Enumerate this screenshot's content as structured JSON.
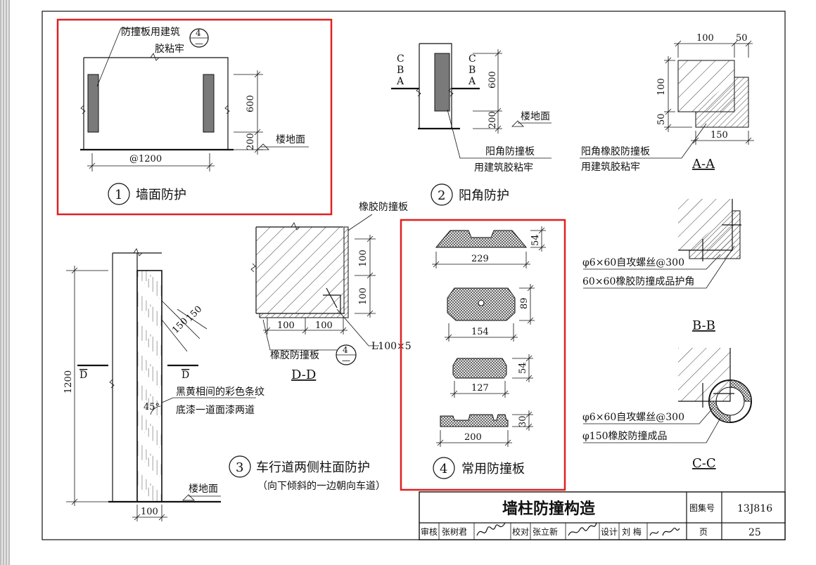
{
  "colors": {
    "highlight": "#e02020",
    "panel_gray": "#7a7a7a",
    "ink": "#111111"
  },
  "sections": {
    "wall": {
      "number": "1",
      "title": "墙面防护",
      "callout_line1": "防撞板用建筑",
      "callout_line2": "胶粘牢",
      "ref_num": "4",
      "ref_sheet": "—",
      "dim_spacing": "@1200",
      "dim_height": "600",
      "dim_base": "200",
      "floor_label": "楼地面"
    },
    "corner": {
      "number": "2",
      "title": "阳角防护",
      "marks_left": [
        "C",
        "B",
        "A"
      ],
      "marks_right": [
        "C",
        "B",
        "A"
      ],
      "dim_height": "600",
      "dim_base": "200",
      "floor_label": "楼地面",
      "note_line1": "阳角防撞板",
      "note_line2": "用建筑胶粘牢"
    },
    "column": {
      "number": "3",
      "title": "车行道两侧柱面防护",
      "subtitle": "（向下倾斜的一边朝向车道）",
      "dim_total": "1200",
      "dim_stripe_a": "150",
      "dim_stripe_b": "150",
      "angle": "45°",
      "cut_mark": "D",
      "note_line1": "黑黄相间的彩色条纹",
      "note_line2": "底漆一道面漆两道",
      "floor_label": "楼地面",
      "dim_width": "100"
    },
    "dd": {
      "label_top": "橡胶防撞板",
      "label_bottom": "橡胶防撞板",
      "ref_num": "4",
      "ref_sheet": "—",
      "dim_v1": "100",
      "dim_v2": "100",
      "dim_h1": "100",
      "dim_h2": "100",
      "angle_label": "L100×5",
      "section_label": "D-D"
    },
    "boards": {
      "number": "4",
      "title": "常用防撞板",
      "profiles": [
        {
          "width": "229",
          "height": "54"
        },
        {
          "width": "154",
          "height": "89"
        },
        {
          "width": "127",
          "height": "54"
        },
        {
          "width": "200",
          "height": "30"
        }
      ]
    },
    "aa": {
      "dim_top1": "100",
      "dim_top2": "50",
      "dim_side1": "100",
      "dim_side2": "50",
      "dim_bottom": "150",
      "note_line1": "阳角橡胶防撞板",
      "note_line2": "用建筑胶粘牢",
      "section_label": "A-A"
    },
    "bb": {
      "note_line1": "φ6×60自攻螺丝@300",
      "note_line2": "60×60橡胶防撞成品护角",
      "section_label": "B-B"
    },
    "cc": {
      "note_line1": "φ6×60自攻螺丝@300",
      "note_line2": "φ150橡胶防撞成品",
      "section_label": "C-C"
    }
  },
  "title_block": {
    "title": "墙柱防撞构造",
    "atlas_label": "图集号",
    "atlas_value": "13J816",
    "page_label": "页",
    "page_value": "25",
    "review_label": "审核",
    "reviewer": "张树君",
    "check_label": "校对",
    "checker": "张立新",
    "design_label": "设计",
    "designer": "刘 梅"
  }
}
